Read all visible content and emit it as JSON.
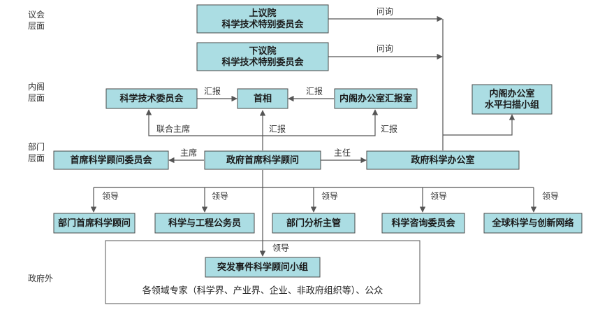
{
  "levels": [
    {
      "id": "parl",
      "lines": [
        "议会",
        "层面"
      ]
    },
    {
      "id": "cab",
      "lines": [
        "内阁",
        "层面"
      ]
    },
    {
      "id": "dept",
      "lines": [
        "部门",
        "层面"
      ]
    },
    {
      "id": "outside",
      "lines": [
        "政府外"
      ]
    }
  ],
  "nodes": {
    "lords": {
      "lines": [
        "上议院",
        "科学技术特别委员会"
      ]
    },
    "commons": {
      "lines": [
        "下议院",
        "科学技术特别委员会"
      ]
    },
    "sci_tech_council": {
      "lines": [
        "科学技术委员会"
      ]
    },
    "pm": {
      "lines": [
        "首相"
      ]
    },
    "cabinet_reporting": {
      "lines": [
        "内阁办公室汇报室"
      ]
    },
    "horizon_scanning": {
      "lines": [
        "内阁办公室",
        "水平扫描小组"
      ]
    },
    "chief_advisers_committee": {
      "lines": [
        "首席科学顾问委员会"
      ]
    },
    "gcsa": {
      "lines": [
        "政府首席科学顾问"
      ]
    },
    "go_science": {
      "lines": [
        "政府科学办公室"
      ]
    },
    "dept_csa": {
      "lines": [
        "部门首席科学顾问"
      ]
    },
    "sci_eng_profession": {
      "lines": [
        "科学与工程公务员"
      ]
    },
    "dept_analysis": {
      "lines": [
        "部门分析主管"
      ]
    },
    "sac": {
      "lines": [
        "科学咨询委员会"
      ]
    },
    "global_network": {
      "lines": [
        "全球科学与创新网络"
      ]
    },
    "sage": {
      "lines": [
        "突发事件科学顾问小组"
      ]
    }
  },
  "edge_labels": {
    "inquiry1": "问询",
    "inquiry2": "问询",
    "report_council": "汇报",
    "report_cabinet": "汇报",
    "joint_chair": "联合主席",
    "report_gcsa": "汇报",
    "report_cab2": "汇报",
    "chair": "主席",
    "director": "主任",
    "lead1": "领导",
    "lead2": "领导",
    "lead3": "领导",
    "lead4": "领导",
    "lead5": "领导",
    "lead_sage": "领导"
  },
  "footer": "各领域专家（科学界、产业界、企业、非政府组织等）、公众",
  "colors": {
    "node_fill": "#abdde3",
    "stroke": "#555555"
  }
}
